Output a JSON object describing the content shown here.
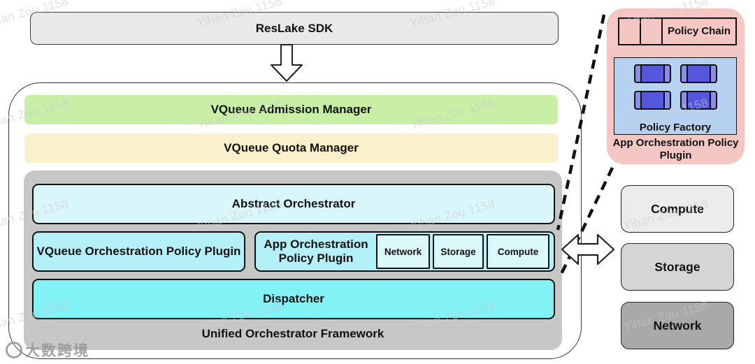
{
  "watermark": {
    "text": "Yihan Zou 1158",
    "logo_text": "大数跨境"
  },
  "sdk_bar": {
    "label": "ResLake SDK",
    "color": "#e9e9e9"
  },
  "managers": {
    "admission": {
      "label": "VQueue Admission Manager",
      "color": "#c9efa6"
    },
    "quota": {
      "label": "VQueue Quota Manager",
      "color": "#faf0cb"
    }
  },
  "framework": {
    "label": "Unified Orchestrator Framework",
    "color": "#c7c7c7",
    "abstract_orchestrator": {
      "label": "Abstract Orchestrator",
      "color": "#d9f7fb"
    },
    "vqueue_plugin": {
      "label": "VQueue Orchestration Policy Plugin",
      "color": "#b4f0f7"
    },
    "app_plugin": {
      "label": "App Orchestration Policy Plugin",
      "color": "#b4f0f7",
      "resources": [
        "Network",
        "Storage",
        "Compute"
      ]
    },
    "dispatcher": {
      "label": "Dispatcher",
      "color": "#82f2f7"
    }
  },
  "detail_panel": {
    "color": "#f4c7c5",
    "policy_chain": {
      "label": "Policy Chain"
    },
    "policy_factory": {
      "label": "Policy Factory",
      "color": "#b7d2f1",
      "item_color": "#5558dd"
    },
    "caption": "App Orchestration Policy Plugin"
  },
  "resource_stack": [
    {
      "label": "Compute",
      "color": "#ececec"
    },
    {
      "label": "Storage",
      "color": "#d5d5d5"
    },
    {
      "label": "Network",
      "color": "#a9a9a9"
    }
  ]
}
